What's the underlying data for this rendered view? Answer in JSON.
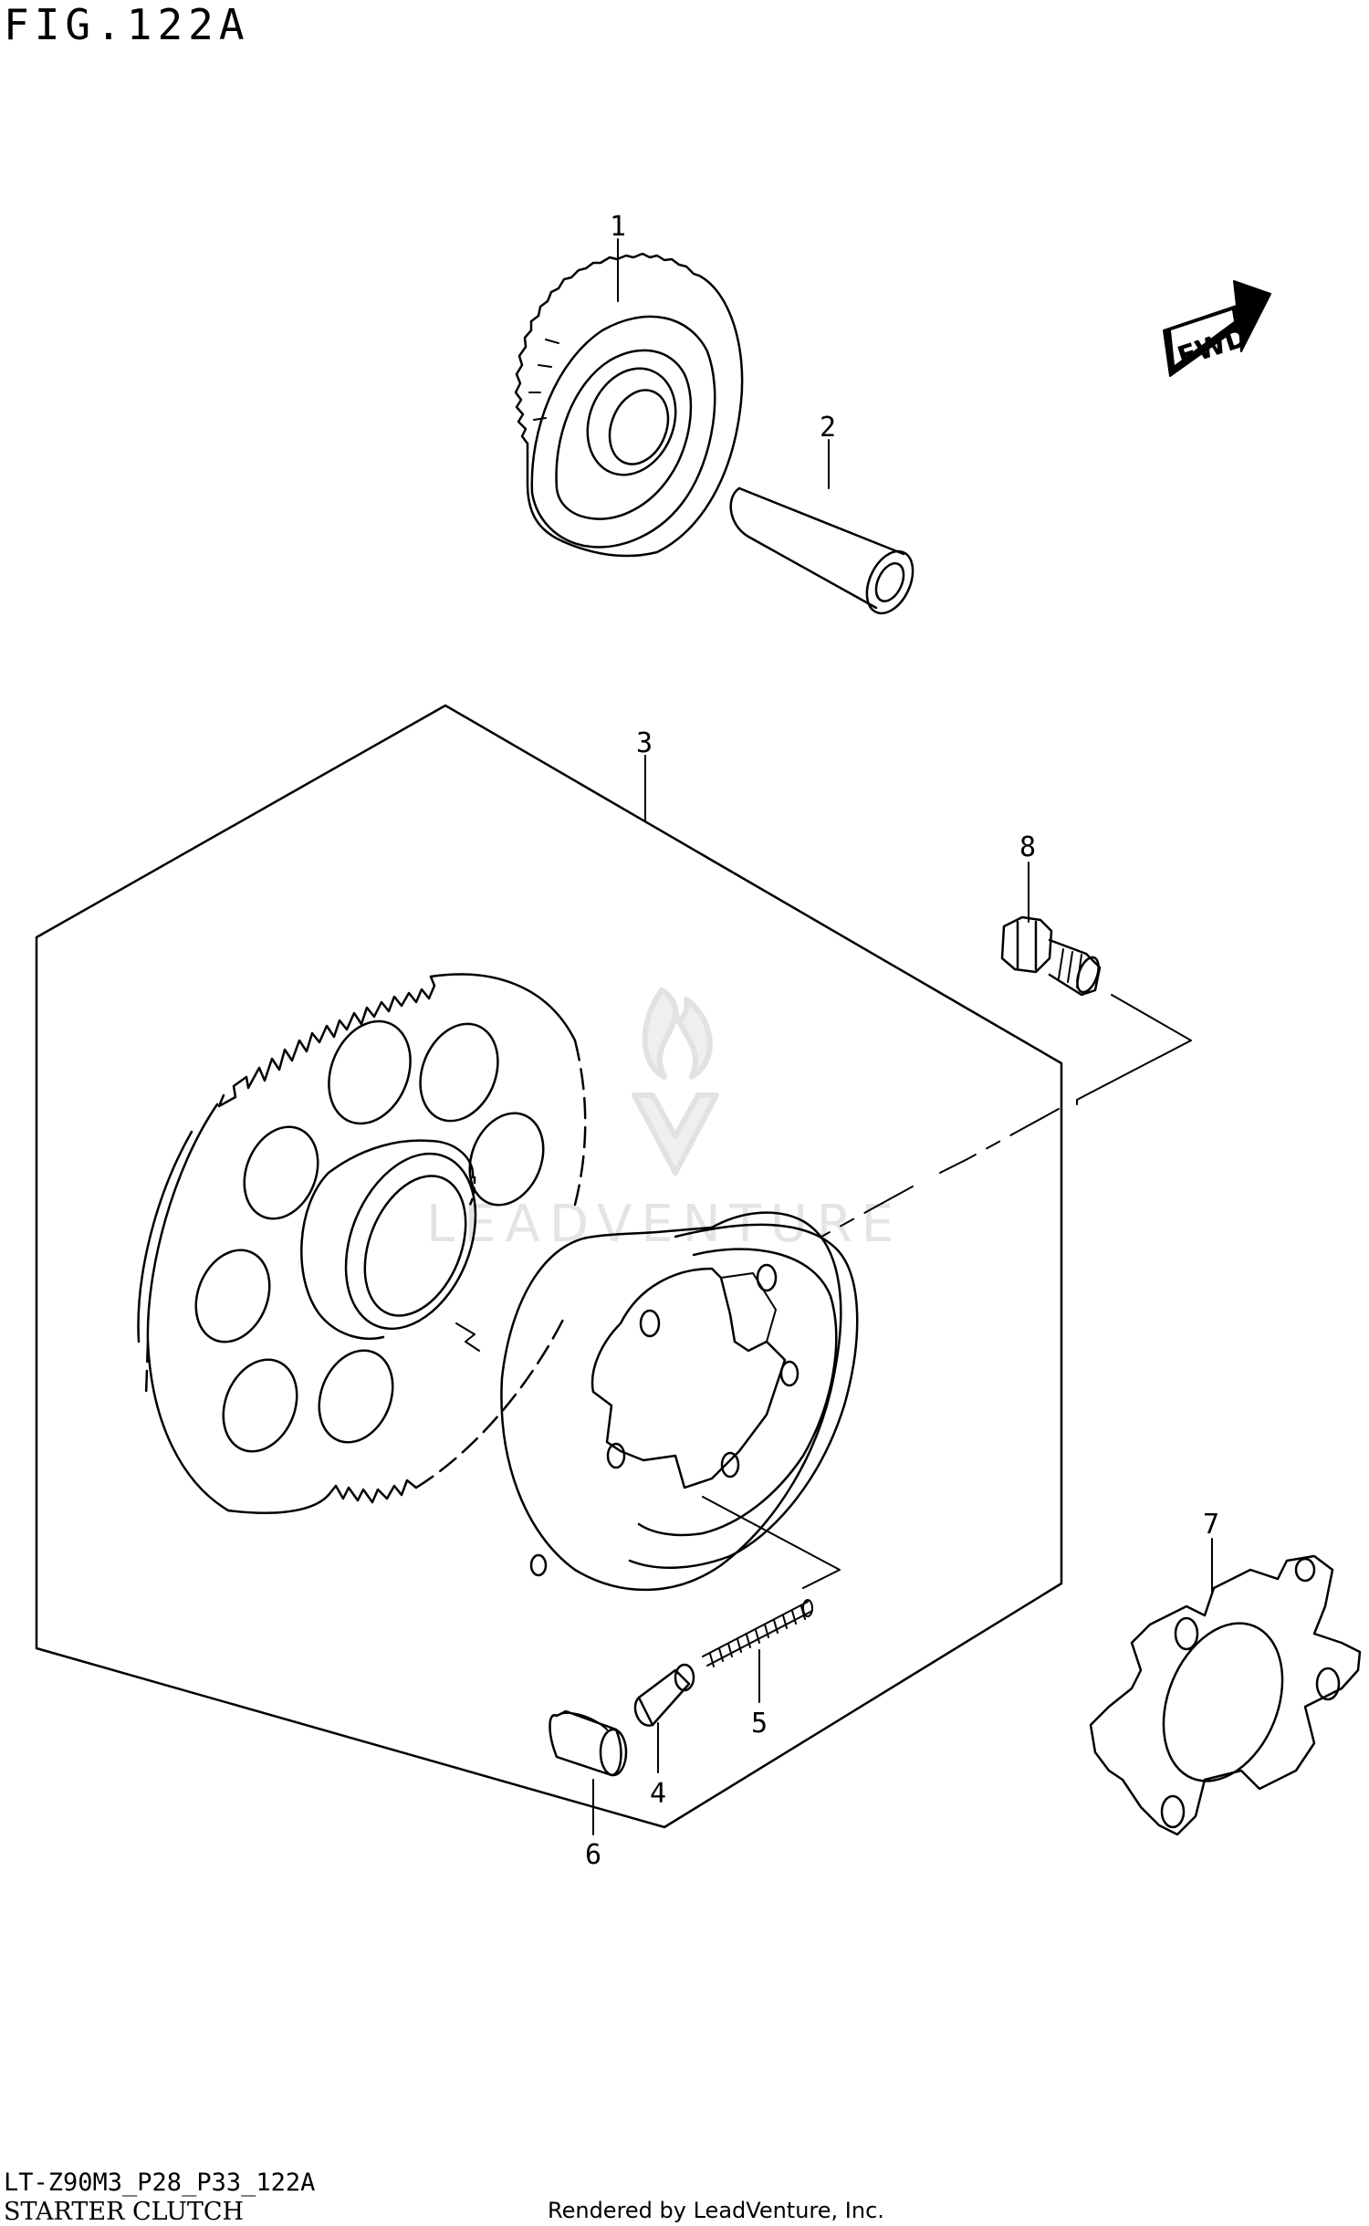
{
  "figure": {
    "title": "FIG.122A"
  },
  "footer": {
    "model_code": "LT-Z90M3_P28_P33_122A",
    "section_title": "STARTER CLUTCH",
    "rendered_by": "Rendered by LeadVenture, Inc."
  },
  "watermark": {
    "text": "LEADVENTURE",
    "icon": "leadventure-flame-logo"
  },
  "direction_badge": {
    "label": "FWD",
    "icon": "forward-arrow-icon"
  },
  "callouts": [
    "1",
    "2",
    "3",
    "4",
    "5",
    "6",
    "7",
    "8"
  ],
  "colors": {
    "line": "#000000",
    "background": "#ffffff",
    "watermark": "#e2e2e2"
  }
}
